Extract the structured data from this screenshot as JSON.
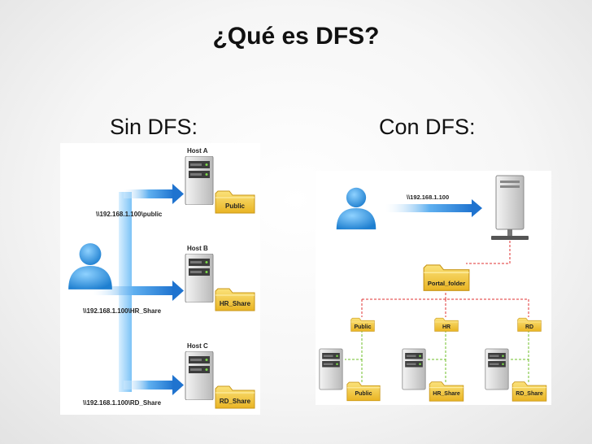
{
  "title": "¿Qué es DFS?",
  "left": {
    "heading": "Sin DFS:",
    "hosts": [
      {
        "name": "Host A",
        "folder": "Public",
        "path": "\\\\192.168.1.100\\public"
      },
      {
        "name": "Host B",
        "folder": "HR_Share",
        "path": "\\\\192.168.1.100\\HR_Share"
      },
      {
        "name": "Host C",
        "folder": "RD_Share",
        "path": "\\\\192.168.1.100\\RD_Share"
      }
    ]
  },
  "right": {
    "heading": "Con DFS:",
    "path": "\\\\192.168.1.100",
    "root_folder": "Portal_folder",
    "links": [
      {
        "folder": "Public",
        "share": "Public"
      },
      {
        "folder": "HR",
        "share": "HR_Share"
      },
      {
        "folder": "RD",
        "share": "RD_Share"
      }
    ]
  },
  "colors": {
    "arrow": "#2a7fd6",
    "folder": "#f1c232",
    "dashed_red": "#e03030",
    "dashed_green": "#6fbf2a"
  }
}
